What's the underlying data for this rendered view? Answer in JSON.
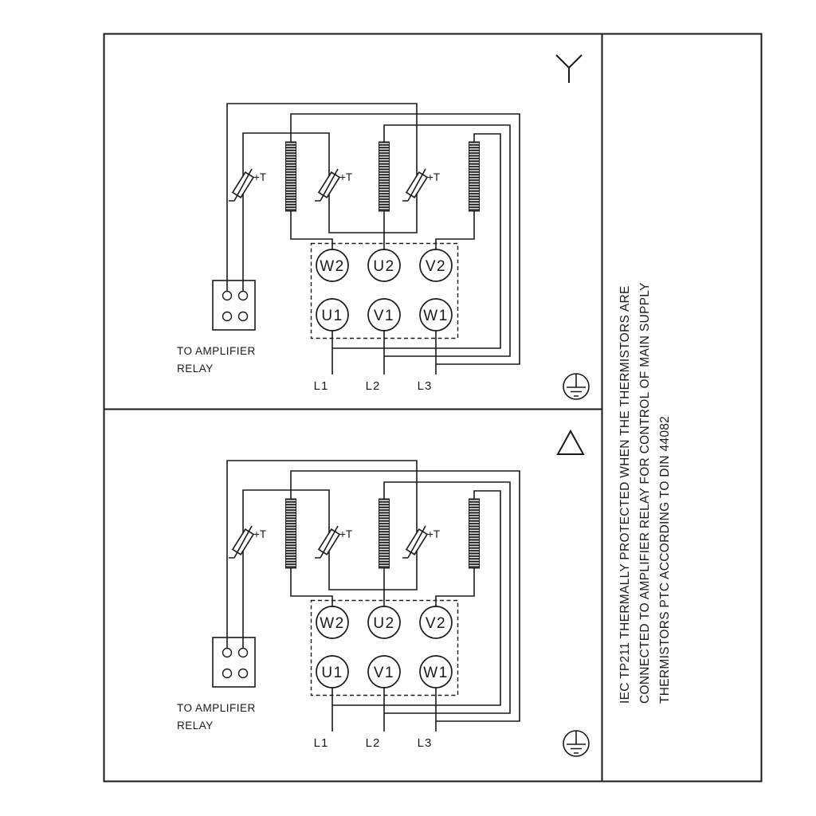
{
  "panels": [
    {
      "connection": "star",
      "symbol_icon": "star-icon",
      "terminals_top": [
        "W2",
        "U2",
        "V2"
      ],
      "terminals_bottom": [
        "U1",
        "V1",
        "W1"
      ],
      "thermistors": [
        "+T",
        "+T",
        "+T"
      ],
      "relay_note_line1": "TO AMPLIFIER",
      "relay_note_line2": "RELAY",
      "supply_lines": [
        "L1",
        "L2",
        "L3"
      ]
    },
    {
      "connection": "delta",
      "symbol_icon": "delta-icon",
      "terminals_top": [
        "W2",
        "U2",
        "V2"
      ],
      "terminals_bottom": [
        "U1",
        "V1",
        "W1"
      ],
      "thermistors": [
        "+T",
        "+T",
        "+T"
      ],
      "relay_note_line1": "TO AMPLIFIER",
      "relay_note_line2": "RELAY",
      "supply_lines": [
        "L1",
        "L2",
        "L3"
      ]
    }
  ],
  "side_note": {
    "line1": "IEC TP211 THERMALLY PROTECTED WHEN THE THERMISTORS ARE",
    "line2": "CONNECTED TO AMPLIFIER RELAY FOR CONTROL OF MAIN SUPPLY",
    "line3": "THERMISTORS PTC ACCORDING TO DIN 44082"
  },
  "colors": {
    "ink": "#1a1a1a",
    "paper": "#ffffff"
  }
}
